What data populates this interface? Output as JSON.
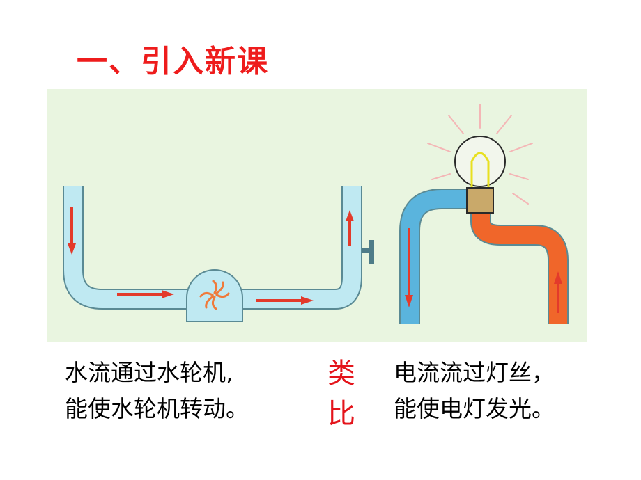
{
  "title": "一、引入新课",
  "captions": {
    "water_line1": "水流通过水轮机,",
    "water_line2": "能使水轮机转动。",
    "analogy_line1": "类",
    "analogy_line2": "比",
    "electric_line1": "电流流过灯丝，",
    "electric_line2": "能使电灯发光。"
  },
  "colors": {
    "title": "#ee1c1c",
    "panel_bg": "#e9f5e0",
    "water": "#bfe9f2",
    "pipe_outline": "#5a8a94",
    "arrow": "#e33a2b",
    "blue_wire": "#5ab4dd",
    "orange_wire": "#f0662a",
    "bulb_base": "#c9a96a",
    "glow_rays": "#f4b6b6",
    "filament": "#e8e020",
    "valve": "#4e7c88"
  },
  "icons": {
    "turbine": "water-turbine-icon",
    "bulb": "light-bulb-icon",
    "valve": "valve-handle-icon"
  }
}
